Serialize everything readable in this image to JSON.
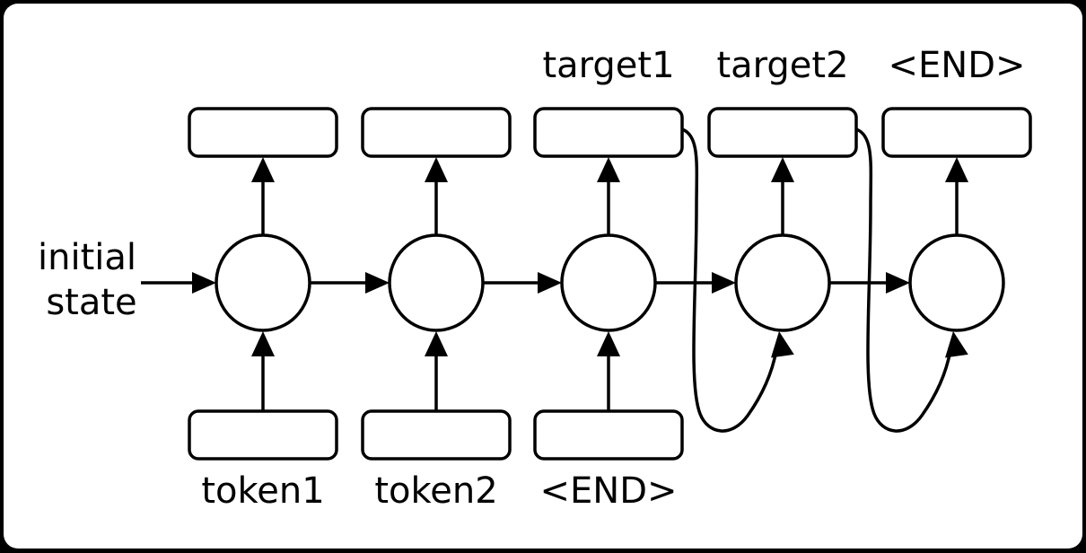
{
  "colors": {
    "line": "#000000",
    "shape_fill": "#ffffff",
    "canvas_background": "#000000",
    "panel_background": "#ffffff"
  },
  "diagram": {
    "kind": "recurrent-network-unrolled",
    "initial_state": {
      "line1": "initial",
      "line2": "state"
    },
    "inputs": [
      {
        "label": "token1"
      },
      {
        "label": "token2"
      },
      {
        "label": "<END>"
      }
    ],
    "outputs": [
      {
        "label": "target1"
      },
      {
        "label": "target2"
      },
      {
        "label": "<END>"
      }
    ]
  }
}
